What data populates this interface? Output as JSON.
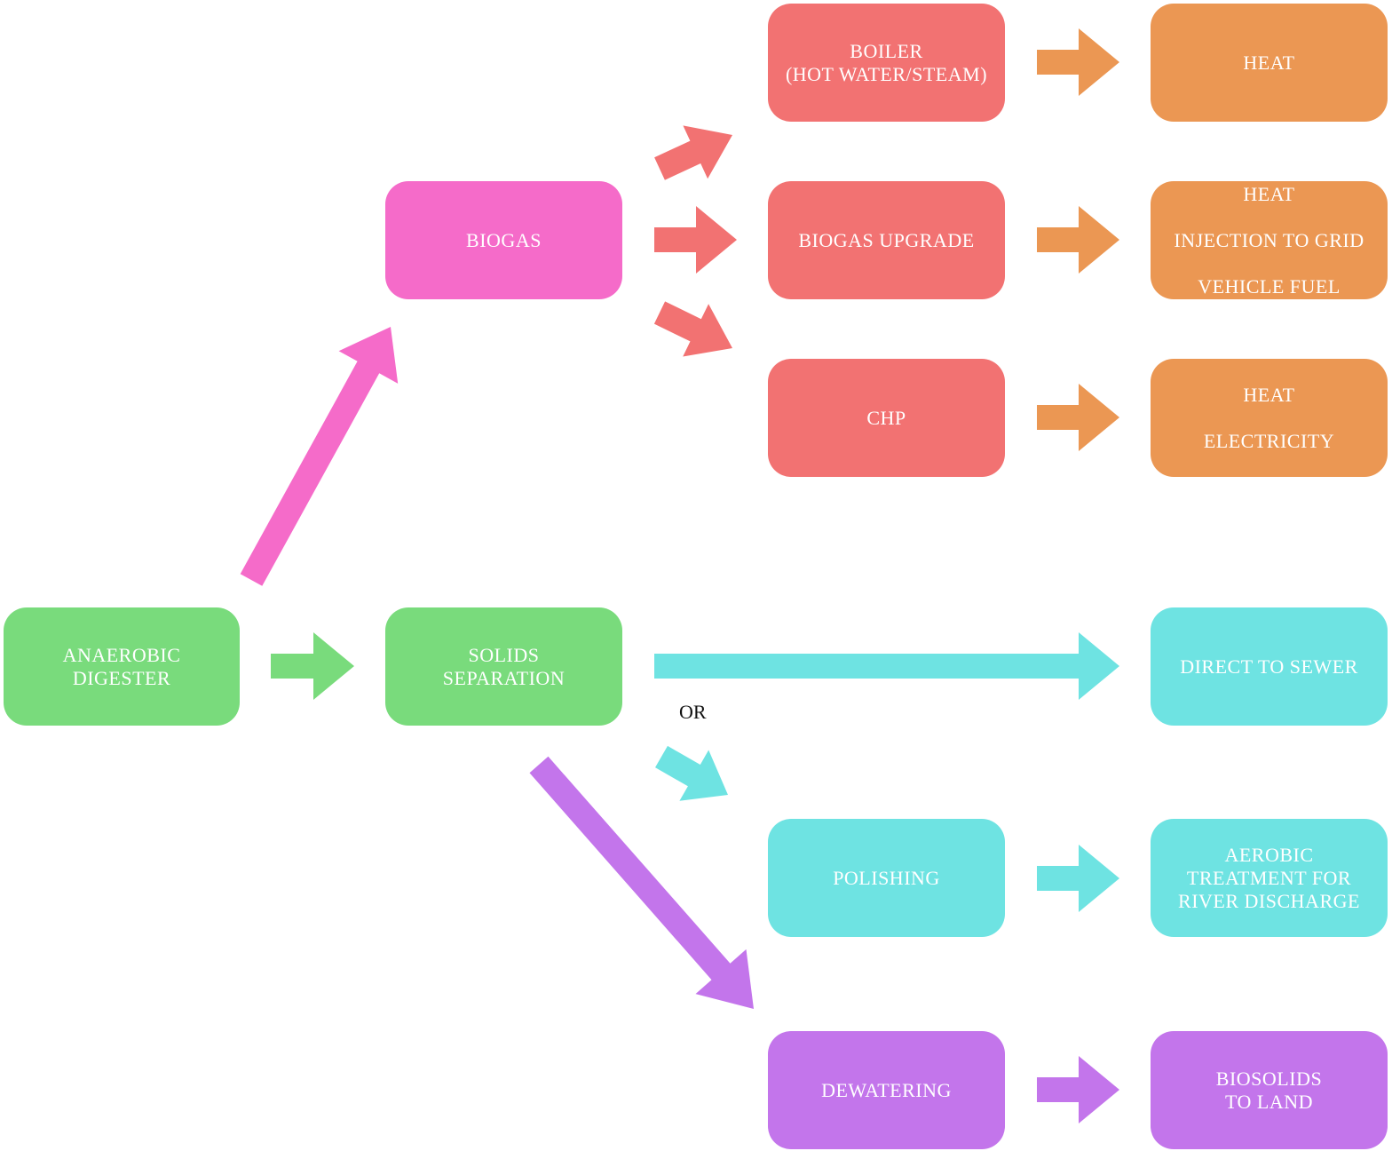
{
  "colors": {
    "green": "#79db7c",
    "pink": "#f56bc9",
    "red": "#f27272",
    "orange": "#eb9753",
    "cyan": "#6ee3e2",
    "purple": "#c375eb"
  },
  "nodes": {
    "anaerobic_digester": [
      "ANAEROBIC",
      "DIGESTER"
    ],
    "biogas": [
      "BIOGAS"
    ],
    "solids_separation": [
      "SOLIDS",
      "SEPARATION"
    ],
    "boiler": [
      "BOILER",
      "(HOT WATER/STEAM)"
    ],
    "biogas_upgrade": [
      "BIOGAS UPGRADE"
    ],
    "chp": [
      "CHP"
    ],
    "heat_1": [
      "HEAT"
    ],
    "upgrade_outputs": [
      "HEAT",
      "INJECTION TO GRID",
      "VEHICLE FUEL"
    ],
    "chp_outputs": [
      "HEAT",
      "ELECTRICITY"
    ],
    "direct_to_sewer": [
      "DIRECT TO SEWER"
    ],
    "polishing": [
      "POLISHING"
    ],
    "aerobic_treatment": [
      "AEROBIC",
      "TREATMENT FOR",
      "RIVER DISCHARGE"
    ],
    "dewatering": [
      "DEWATERING"
    ],
    "biosolids": [
      "BIOSOLIDS",
      "TO LAND"
    ]
  },
  "or_label": "OR",
  "edges": [
    {
      "from": "anaerobic_digester",
      "to": "biogas",
      "color": "pink"
    },
    {
      "from": "anaerobic_digester",
      "to": "solids_separation",
      "color": "green"
    },
    {
      "from": "biogas",
      "to": "boiler",
      "color": "red"
    },
    {
      "from": "biogas",
      "to": "biogas_upgrade",
      "color": "red"
    },
    {
      "from": "biogas",
      "to": "chp",
      "color": "red"
    },
    {
      "from": "boiler",
      "to": "heat_1",
      "color": "orange"
    },
    {
      "from": "biogas_upgrade",
      "to": "upgrade_outputs",
      "color": "orange"
    },
    {
      "from": "chp",
      "to": "chp_outputs",
      "color": "orange"
    },
    {
      "from": "solids_separation",
      "to": "direct_to_sewer",
      "color": "cyan"
    },
    {
      "from": "solids_separation",
      "to": "polishing",
      "color": "cyan"
    },
    {
      "from": "solids_separation",
      "to": "dewatering",
      "color": "purple"
    },
    {
      "from": "polishing",
      "to": "aerobic_treatment",
      "color": "cyan"
    },
    {
      "from": "dewatering",
      "to": "biosolids",
      "color": "purple"
    }
  ]
}
